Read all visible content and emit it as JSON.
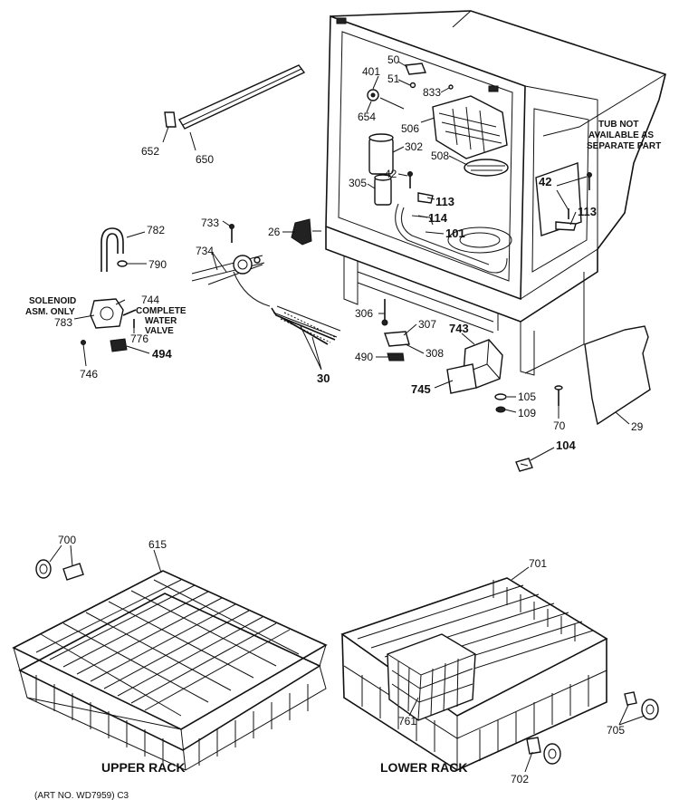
{
  "parts": [
    {
      "id": "p50",
      "label": "50"
    },
    {
      "id": "p51",
      "label": "51"
    },
    {
      "id": "p401",
      "label": "401"
    },
    {
      "id": "p833",
      "label": "833"
    },
    {
      "id": "p654",
      "label": "654"
    },
    {
      "id": "p506",
      "label": "506"
    },
    {
      "id": "p302",
      "label": "302"
    },
    {
      "id": "p508",
      "label": "508"
    },
    {
      "id": "p42a",
      "label": "42"
    },
    {
      "id": "p305",
      "label": "305"
    },
    {
      "id": "p113a",
      "label": "113"
    },
    {
      "id": "p114",
      "label": "114"
    },
    {
      "id": "p101",
      "label": "101"
    },
    {
      "id": "p42b",
      "label": "42"
    },
    {
      "id": "p113b",
      "label": "113"
    },
    {
      "id": "p652",
      "label": "652"
    },
    {
      "id": "p650",
      "label": "650"
    },
    {
      "id": "p782",
      "label": "782"
    },
    {
      "id": "p790",
      "label": "790"
    },
    {
      "id": "p733",
      "label": "733"
    },
    {
      "id": "p734",
      "label": "734"
    },
    {
      "id": "p26",
      "label": "26"
    },
    {
      "id": "p744",
      "label": "744"
    },
    {
      "id": "p783",
      "label": "783"
    },
    {
      "id": "p776",
      "label": "776"
    },
    {
      "id": "p494",
      "label": "494"
    },
    {
      "id": "p746",
      "label": "746"
    },
    {
      "id": "p30",
      "label": "30"
    },
    {
      "id": "p306",
      "label": "306"
    },
    {
      "id": "p307",
      "label": "307"
    },
    {
      "id": "p743",
      "label": "743"
    },
    {
      "id": "p490",
      "label": "490"
    },
    {
      "id": "p308",
      "label": "308"
    },
    {
      "id": "p745",
      "label": "745"
    },
    {
      "id": "p105",
      "label": "105"
    },
    {
      "id": "p109",
      "label": "109"
    },
    {
      "id": "p70",
      "label": "70"
    },
    {
      "id": "p29",
      "label": "29"
    },
    {
      "id": "p104",
      "label": "104"
    },
    {
      "id": "p700",
      "label": "700"
    },
    {
      "id": "p615",
      "label": "615"
    },
    {
      "id": "p701",
      "label": "701"
    },
    {
      "id": "p761",
      "label": "761"
    },
    {
      "id": "p705",
      "label": "705"
    },
    {
      "id": "p702",
      "label": "702"
    }
  ],
  "notes": {
    "tub_line1": "TUB NOT",
    "tub_line2": "AVAILABLE AS",
    "tub_line3": "SEPARATE PART",
    "solenoid_line1": "SOLENOID",
    "solenoid_line2": "ASM. ONLY",
    "valve_line1": "COMPLETE",
    "valve_line2": "WATER",
    "valve_line3": "VALVE"
  },
  "captions": {
    "upper_rack": "UPPER RACK",
    "lower_rack": "LOWER RACK"
  },
  "art_no": "(ART NO. WD7959) C3"
}
